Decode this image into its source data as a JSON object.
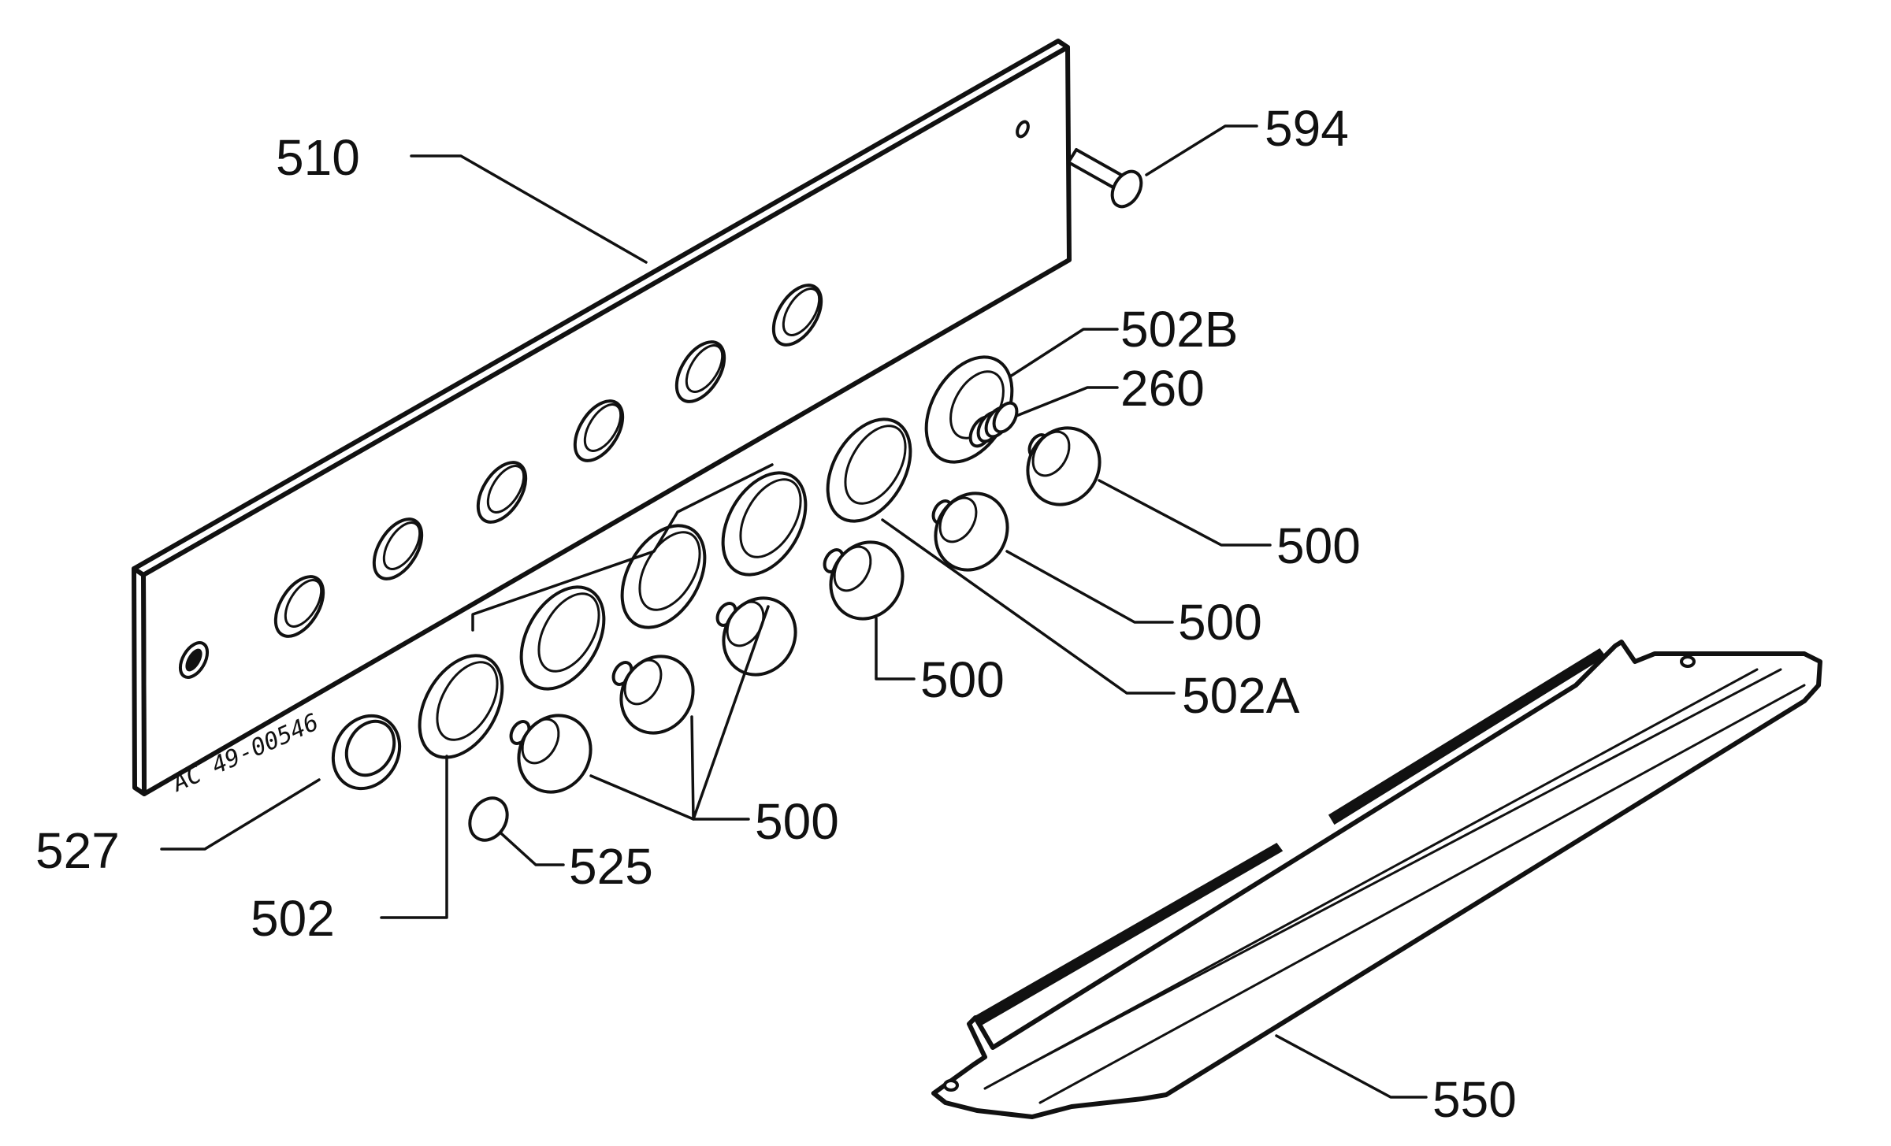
{
  "callouts": {
    "c510": "510",
    "c594": "594",
    "c502b": "502B",
    "c260": "260",
    "c500a": "500",
    "c500b": "500",
    "c500c": "500",
    "c502a": "502A",
    "c500d": "500",
    "c527": "527",
    "c525": "525",
    "c502": "502",
    "c550": "550"
  },
  "panel_marking": "AC 49-00546"
}
